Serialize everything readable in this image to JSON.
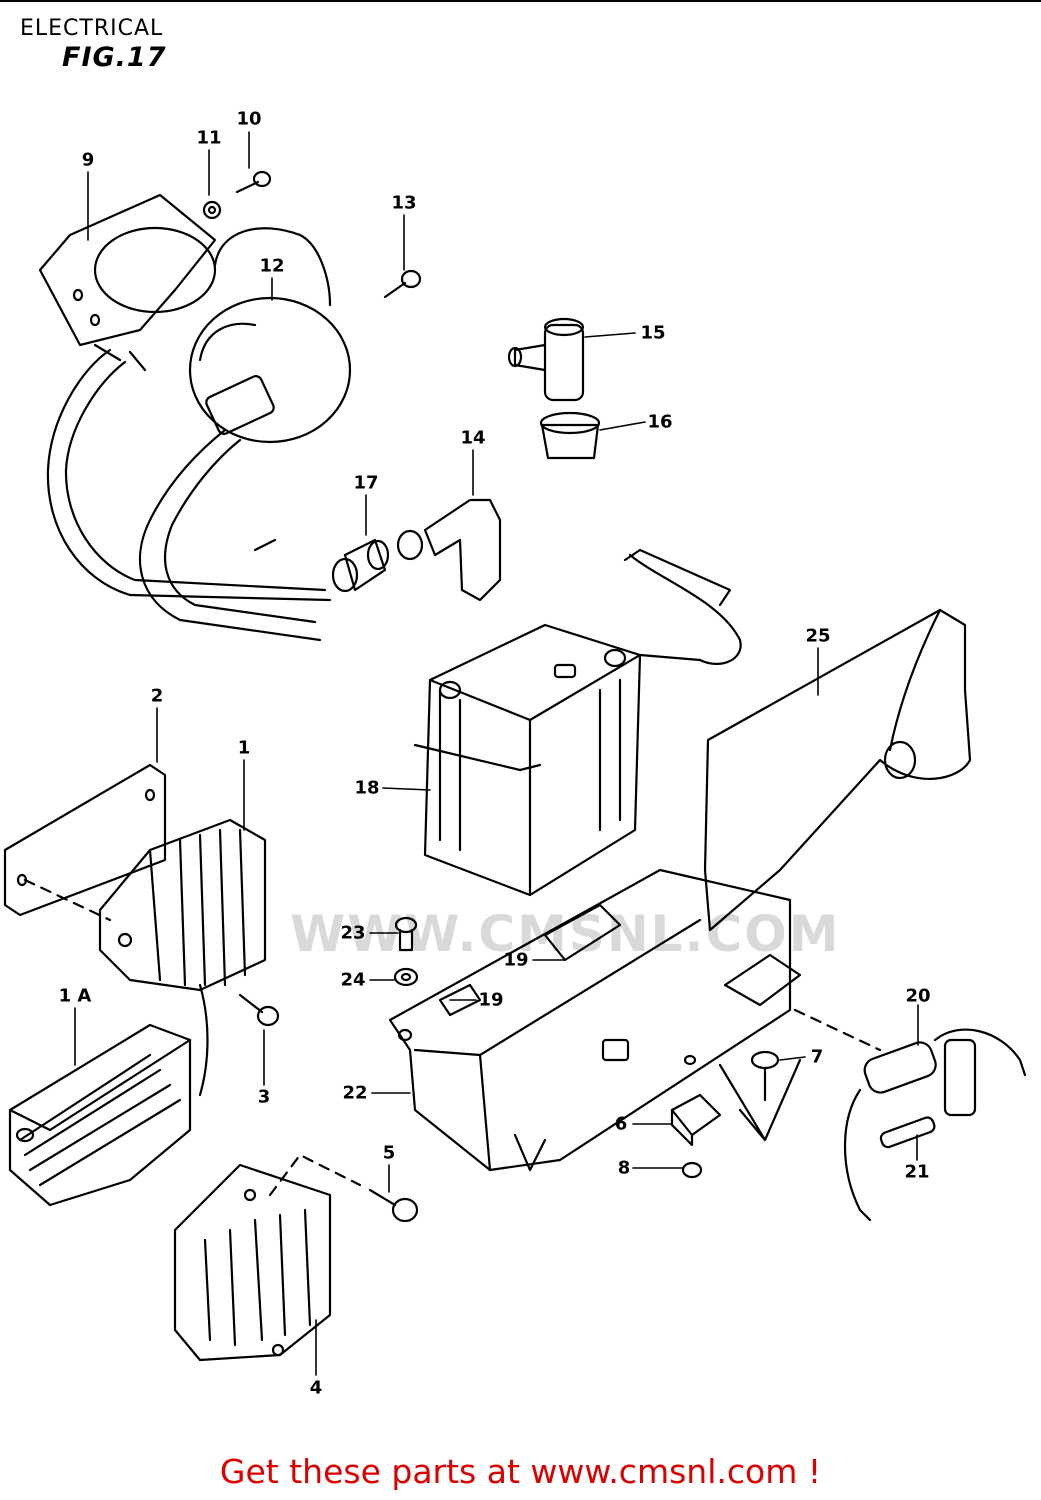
{
  "header": {
    "section": "ELECTRICAL",
    "figure": "FIG.17"
  },
  "watermark": "WWW.CMSNL.COM",
  "footer": {
    "text": "Get these parts at www.cmsnl.com !"
  },
  "callouts": {
    "c1": "1",
    "c1a": "1 A",
    "c2": "2",
    "c3": "3",
    "c4": "4",
    "c5": "5",
    "c6": "6",
    "c7": "7",
    "c8": "8",
    "c9": "9",
    "c10": "10",
    "c11": "11",
    "c12": "12",
    "c13": "13",
    "c14": "14",
    "c15": "15",
    "c16": "16",
    "c17": "17",
    "c18": "18",
    "c19a": "19",
    "c19b": "19",
    "c20": "20",
    "c21": "21",
    "c22": "22",
    "c23": "23",
    "c24": "24",
    "c25": "25"
  }
}
